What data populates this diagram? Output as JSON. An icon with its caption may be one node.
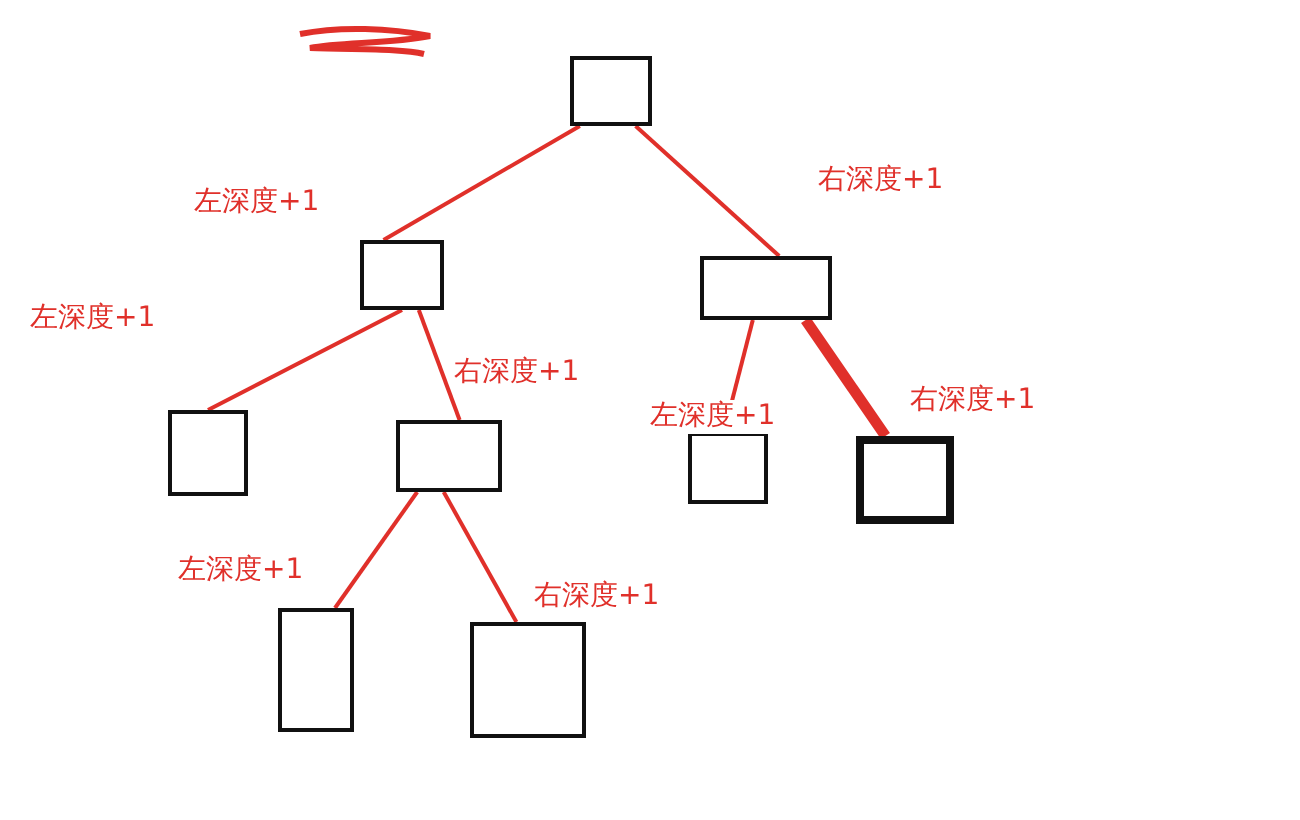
{
  "diagram": {
    "nodes": [
      {
        "text": [],
        "shape": "box"
      },
      {
        "text": [],
        "shape": "box"
      },
      {
        "text": [],
        "shape": "box"
      },
      {
        "text": [],
        "shape": "box"
      },
      {
        "text": [],
        "shape": "box"
      },
      {
        "text": [],
        "shape": "box"
      },
      {
        "text": [],
        "shape": "box"
      },
      {
        "text": [],
        "shape": "box"
      },
      {
        "text": [],
        "shape": "box"
      }
    ],
    "edges": [
      {
        "from": 0,
        "to": 1,
        "arrow": "none",
        "label": "左深度+1"
      },
      {
        "from": 0,
        "to": 2,
        "arrow": "none",
        "label": "右深度+1"
      },
      {
        "from": 1,
        "to": 3,
        "arrow": "none",
        "label": "左深度+1"
      },
      {
        "from": 1,
        "to": 4,
        "arrow": "none",
        "label": "右深度+1"
      },
      {
        "from": 2,
        "to": 5,
        "arrow": "none",
        "label": "左深度+1"
      },
      {
        "from": 2,
        "to": 6,
        "arrow": "none",
        "label": "右深度+1",
        "style": "thick"
      },
      {
        "from": 4,
        "to": 7,
        "arrow": "none",
        "label": "左深度+1"
      },
      {
        "from": 4,
        "to": 8,
        "arrow": "none",
        "label": "右深度+1"
      }
    ]
  }
}
